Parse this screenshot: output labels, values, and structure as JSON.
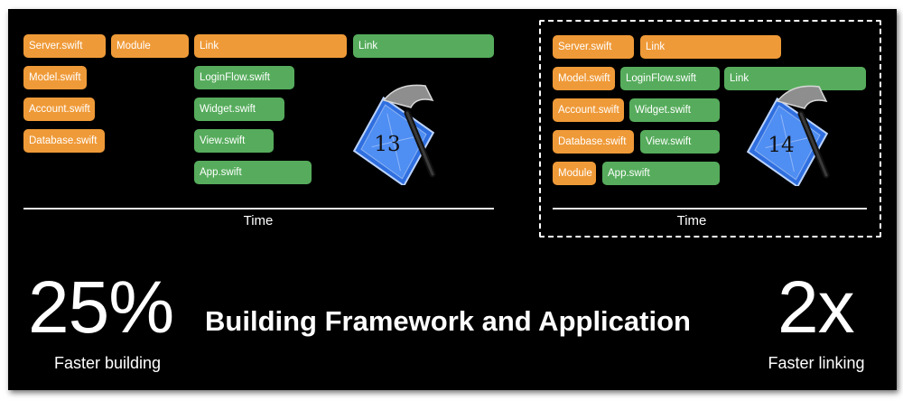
{
  "left_diagram": {
    "axis_label": "Time",
    "xcode_version": "13",
    "bars": [
      {
        "label": "Server.swift",
        "color": "orange"
      },
      {
        "label": "Module",
        "color": "orange"
      },
      {
        "label": "Link",
        "color": "orange"
      },
      {
        "label": "Link",
        "color": "green"
      },
      {
        "label": "Model.swift",
        "color": "orange"
      },
      {
        "label": "LoginFlow.swift",
        "color": "green"
      },
      {
        "label": "Account.swift",
        "color": "orange"
      },
      {
        "label": "Widget.swift",
        "color": "green"
      },
      {
        "label": "Database.swift",
        "color": "orange"
      },
      {
        "label": "View.swift",
        "color": "green"
      },
      {
        "label": "App.swift",
        "color": "green"
      }
    ]
  },
  "right_diagram": {
    "axis_label": "Time",
    "xcode_version": "14",
    "bars": [
      {
        "label": "Server.swift",
        "color": "orange"
      },
      {
        "label": "Link",
        "color": "orange"
      },
      {
        "label": "Model.swift",
        "color": "orange"
      },
      {
        "label": "LoginFlow.swift",
        "color": "green"
      },
      {
        "label": "Link",
        "color": "green"
      },
      {
        "label": "Account.swift",
        "color": "orange"
      },
      {
        "label": "Widget.swift",
        "color": "green"
      },
      {
        "label": "Database.swift",
        "color": "orange"
      },
      {
        "label": "View.swift",
        "color": "green"
      },
      {
        "label": "Module",
        "color": "orange"
      },
      {
        "label": "App.swift",
        "color": "green"
      }
    ]
  },
  "stats": {
    "left_value": "25%",
    "left_caption": "Faster building",
    "right_value": "2x",
    "right_caption": "Faster linking"
  },
  "title": "Building Framework and Application",
  "colors": {
    "orange": "#ef9a38",
    "green": "#56ac5c",
    "background": "#000000"
  }
}
